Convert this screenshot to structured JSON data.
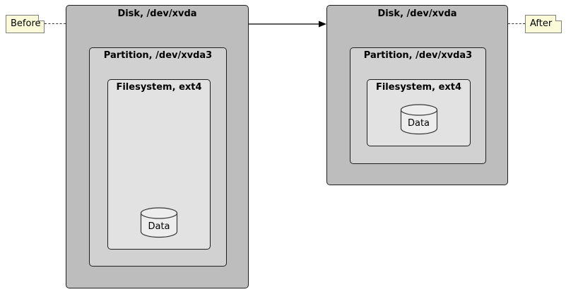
{
  "colors": {
    "disk_fill": "#BDBDBD",
    "partition_fill": "#D1D1D1",
    "filesystem_fill": "#E2E2E2",
    "cylinder_fill": "#EDEDED",
    "note_fill": "#FBFBD9",
    "box_border": "#1F1F1F",
    "note_border": "#818181",
    "connector": "#3A3A3A"
  },
  "before": {
    "note_label": "Before",
    "disk_title": "Disk, /dev/xvda",
    "partition_title": "Partition, /dev/xvda3",
    "filesystem_title": "Filesystem, ext4",
    "data_label": "Data"
  },
  "after": {
    "note_label": "After",
    "disk_title": "Disk, /dev/xvda",
    "partition_title": "Partition, /dev/xvda3",
    "filesystem_title": "Filesystem, ext4",
    "data_label": "Data"
  }
}
